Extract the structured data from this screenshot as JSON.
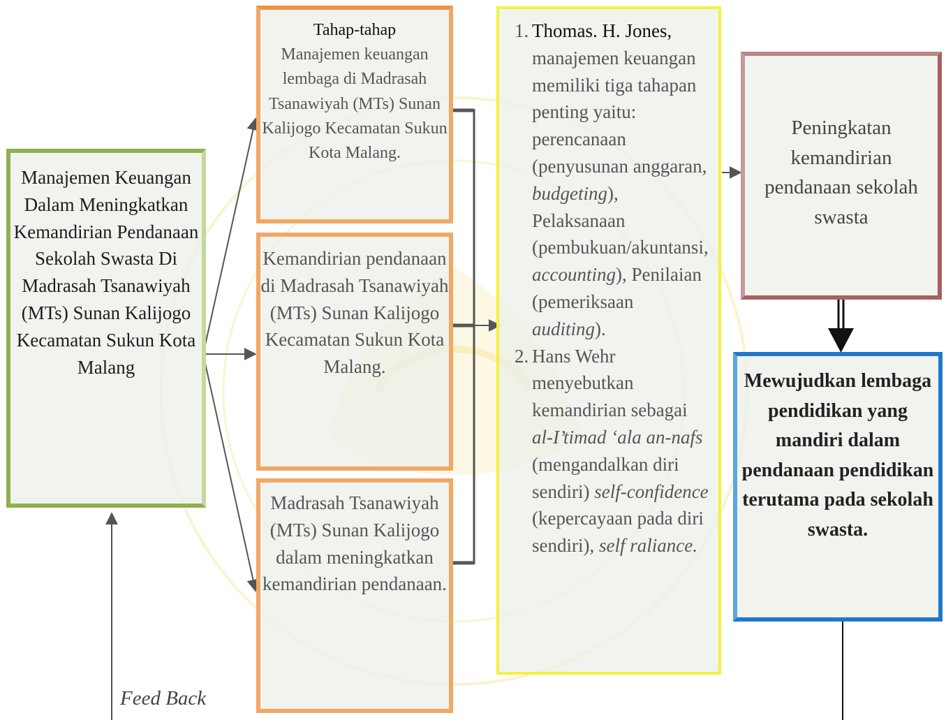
{
  "left_box": {
    "text": "Manajemen Keuangan Dalam Meningkatkan Kemandirian Pendanaan Sekolah Swasta Di Madrasah Tsanawiyah (MTs) Sunan Kalijogo Kecamatan Sukun Kota Malang"
  },
  "box_a": {
    "heading": "Tahap-tahap",
    "text": "Manajemen keuangan lembaga di Madrasah Tsanawiyah (MTs) Sunan Kalijogo Kecamatan Sukun Kota Malang."
  },
  "box_b": {
    "text": "Kemandirian pendanaan di Madrasah Tsanawiyah (MTs) Sunan Kalijogo Kecamatan Sukun Kota Malang."
  },
  "box_c": {
    "text": "Madrasah Tsanawiyah (MTs) Sunan Kalijogo dalam meningkatkan kemandirian pendanaan."
  },
  "theory_box": {
    "items": [
      {
        "number": "1.",
        "lead": "Thomas. H. Jones,",
        "t1": "manajemen keuangan memiliki tiga tahapan penting yaitu: perencanaan (penyusunan anggaran,",
        "i1": "budgeting",
        "t2": "), Pelaksanaan (pembukuan/akuntansi,",
        "i2": "accounting",
        "t3": "), Penilaian (pemeriksaan",
        "i3": "auditing",
        "t4": ")."
      },
      {
        "number": "2.",
        "t1": "Hans Wehr menyebutkan kemandirian sebagai",
        "i1": "al-I’timad ‘ala an-nafs",
        "t2": "(mengandalkan diri sendiri)",
        "i2": "self-confidence",
        "t3": "(kepercayaan pada diri sendiri),",
        "i3": "self raliance."
      }
    ]
  },
  "right_box": {
    "text": "Peningkatan kemandirian pendanaan sekolah swasta"
  },
  "final_box": {
    "text": "Mewujudkan lembaga pendidikan yang mandiri dalam pendanaan pendidikan terutama pada sekolah swasta."
  },
  "feedback_label": "Feed Back",
  "colors": {
    "left_border": "#8db14f",
    "orange_border": "#f0a866",
    "yellow_border": "#f3f33a",
    "red_border": "#a86060",
    "blue_border": "#1f78c9",
    "watermark": "#f3e08a"
  }
}
